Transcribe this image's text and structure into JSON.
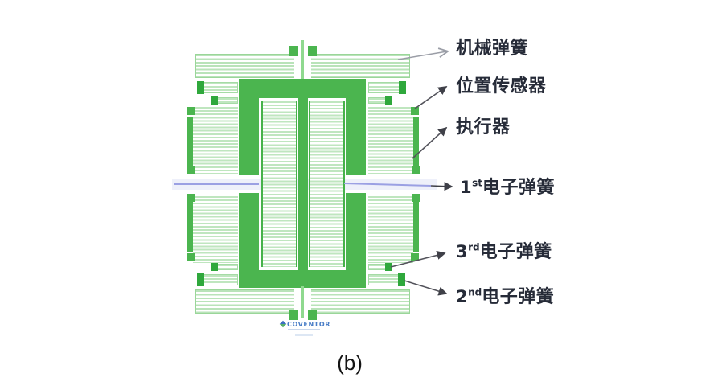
{
  "figure": {
    "caption": "(b)",
    "type": "MEMS comb-drive device layout (simulation screenshot)",
    "logo": {
      "brand": "COVENTOR"
    },
    "labels": {
      "mechanical_spring": "机械弹簧",
      "position_sensor": "位置传感器",
      "actuator": "执行器",
      "spring_1_num": "1",
      "spring_1_sup": "st",
      "spring_1_text": "电子弹簧",
      "spring_3_num": "3",
      "spring_3_sup": "rd",
      "spring_3_text": "电子弹簧",
      "spring_2_num": "2",
      "spring_2_sup": "nd",
      "spring_2_text": "电子弹簧"
    },
    "colors": {
      "device_green": "#4bb54f",
      "cap_green": "#2fa83c",
      "stripe_green": "#bfe6bf",
      "anchor_line_green": "#8fd98f",
      "electronic_spring_purple": "#9ba0e3",
      "lavender_band": "#eef0fa",
      "label_text": "#262b38",
      "callout_gray": "#53535b",
      "logo_blue": "#4a7ec7"
    }
  }
}
